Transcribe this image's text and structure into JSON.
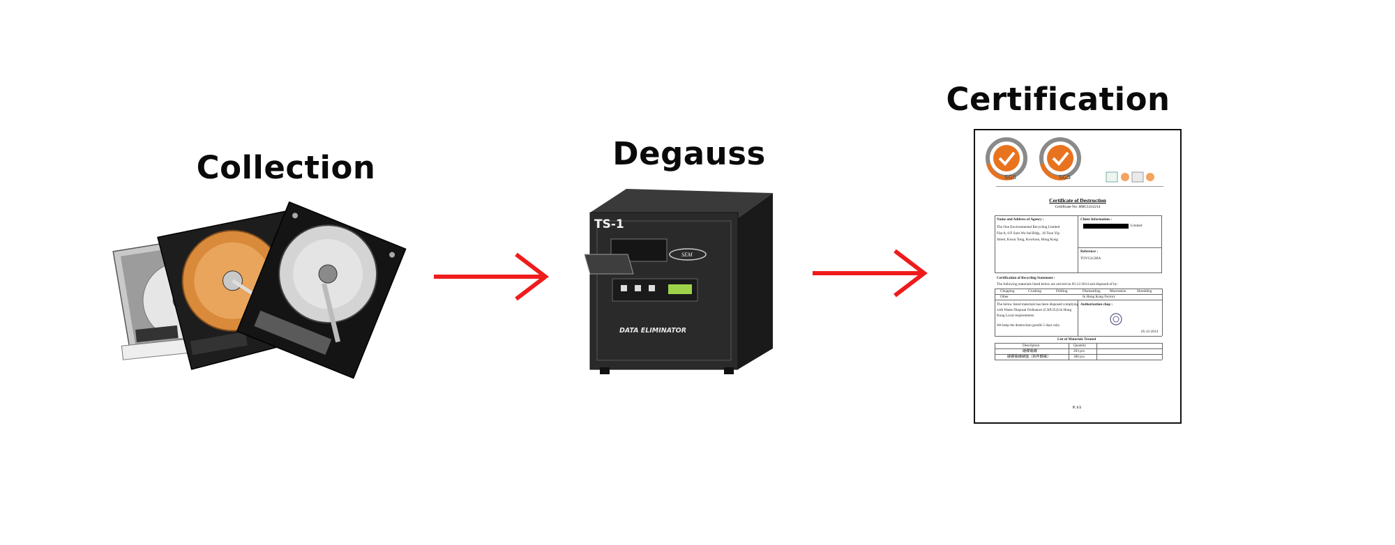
{
  "stages": [
    {
      "title": "Collection"
    },
    {
      "title": "Degauss"
    },
    {
      "title": "Certification"
    }
  ],
  "degausser": {
    "model": "TS-1",
    "brand": "SEM",
    "product_name": "DATA ELIMINATOR"
  },
  "certificate": {
    "badges": [
      "SGS",
      "SGS"
    ],
    "title": "Certificate of Destruction",
    "number": "Certificate No: HHC1412214",
    "agency_label": "Name and Address of Agency :",
    "agency_lines": [
      "The One Environmental Recycling Limited",
      "Flat A, 6/F Sum Wo Ind Bldg., 10 Tsun Yip",
      "Street, Kwun Tong, Kowloon, Hong Kong"
    ],
    "client_label": "Client Information :",
    "client_suffix": "Limited",
    "reference_label": "Reference :",
    "reference_value": "TOVC412HA",
    "statement_label": "Certification of Recycling Statement :",
    "statement_line": "The following materials listed below are arrived on 05-12-2014 and disposed of by:",
    "methods": [
      "Chopping",
      "Crushing",
      "Drilling",
      "Dismantling",
      "Maceration",
      "Shredding"
    ],
    "other_label": "Other",
    "other_value": "In Hong Kong Factory",
    "compliance_lines": [
      "The below listed materials has been disposed complying",
      "with Waste Disposal Ordinance (CAP.354) In Hong",
      "Kong Local requirements."
    ],
    "keep_line": "We keep the destruction goodls 5 days only.",
    "auth_label": "Authorization chop :",
    "auth_date": "05-12-2014",
    "materials_label": "List of Materials Treated",
    "materials_headers": [
      "Description",
      "Quantity"
    ],
    "materials_rows": [
      {
        "desc": "硬碟電線",
        "qty": "203 pcs"
      },
      {
        "desc": "硬碟電線硬盤（拆件鋼電）",
        "qty": "380 pcs"
      }
    ],
    "page": "P. 1/2"
  },
  "colors": {
    "arrow": "#ee1c1c",
    "title": "#0a0a0a",
    "badge_orange": "#e8731e",
    "badge_gray": "#8a8a8a"
  }
}
